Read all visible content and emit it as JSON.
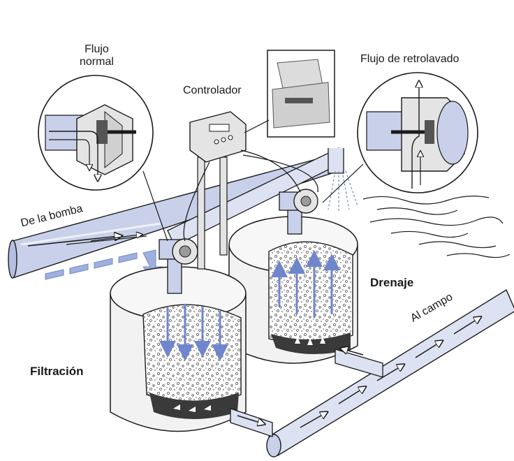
{
  "labels": {
    "normal_flow": "Flujo\nnormal",
    "backwash_flow": "Flujo de retrolavado",
    "controller": "Controlador",
    "from_pump": "De la  bomba",
    "drainage": "Drenaje",
    "to_field": "Al campo",
    "filtration": "Filtración"
  },
  "colors": {
    "water": "#c8d0ea",
    "water_dark": "#9fb0dd",
    "arrow_blue": "#6f86cc",
    "outline": "#1a1a1a",
    "underdrain": "#3a3a3a",
    "metal": "#e4e4e4"
  }
}
